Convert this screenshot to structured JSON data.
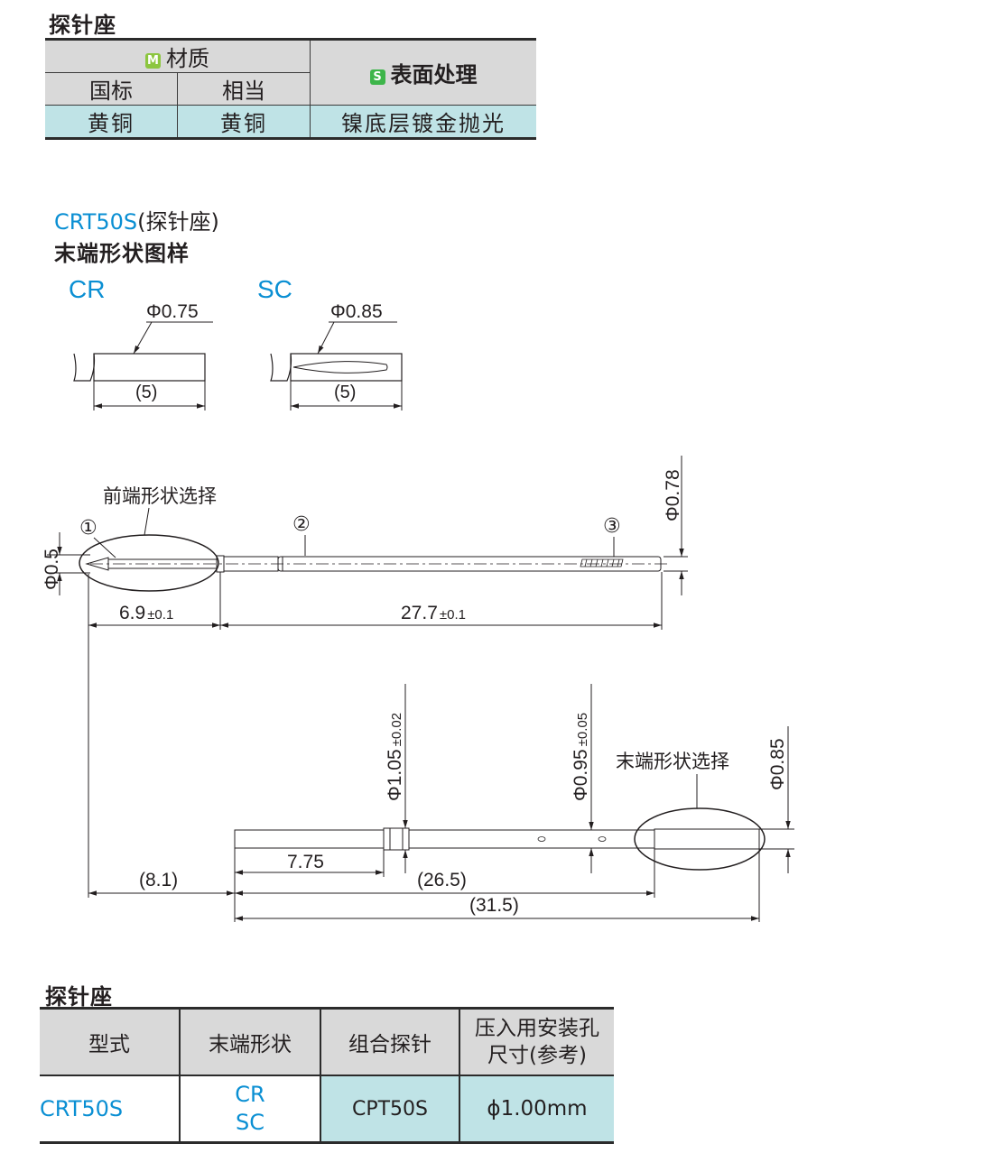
{
  "section1": {
    "title": "探针座",
    "material_label": "材质",
    "material_tag": "M",
    "surface_tag": "S",
    "surface_label": "表面处理",
    "col_gb": "国标",
    "col_equiv": "相当",
    "material_gb": "黄铜",
    "material_equiv": "黄铜",
    "surface_value": "镍底层镀金抛光"
  },
  "drawing": {
    "model_heading": "CRT50S",
    "model_heading_suffix": "(探针座)",
    "end_shape_heading": "末端形状图样",
    "cr_label": "CR",
    "cr_dia": "Φ0.75",
    "cr_len": "(5)",
    "sc_label": "SC",
    "sc_dia": "Φ0.85",
    "sc_len": "(5)",
    "front_shape_note": "前端形状选择",
    "tail_shape_note": "末端形状选择",
    "marker1": "①",
    "marker2": "②",
    "marker3": "③",
    "dia_05": "Φ0.5",
    "dia_078": "Φ0.78",
    "dim_69": "6.9",
    "dim_69_tol": "±0.1",
    "dim_277": "27.7",
    "dim_277_tol": "±0.1",
    "dia_105": "Φ1.05",
    "dia_105_tol": "±0.02",
    "dia_095": "Φ0.95",
    "dia_095_tol": "±0.05",
    "dia_085": "Φ0.85",
    "dim_775": "7.75",
    "dim_81": "(8.1)",
    "dim_265": "(26.5)",
    "dim_315": "(31.5)"
  },
  "section2": {
    "title": "探针座",
    "headers": [
      "型式",
      "末端形状",
      "组合探针",
      "压入用安装孔",
      "尺寸(参考)"
    ],
    "type_value": "CRT50S",
    "end_shapes": [
      "CR",
      "SC"
    ],
    "combo_probe": "CPT50S",
    "hole_size": "ϕ1.00mm"
  },
  "colors": {
    "accent_blue": "#0a8fd3",
    "header_gray": "#d9d9d9",
    "value_cyan": "#bfe3e6",
    "tag_m_green": "#8cc63f",
    "tag_s_green": "#3db54a"
  }
}
